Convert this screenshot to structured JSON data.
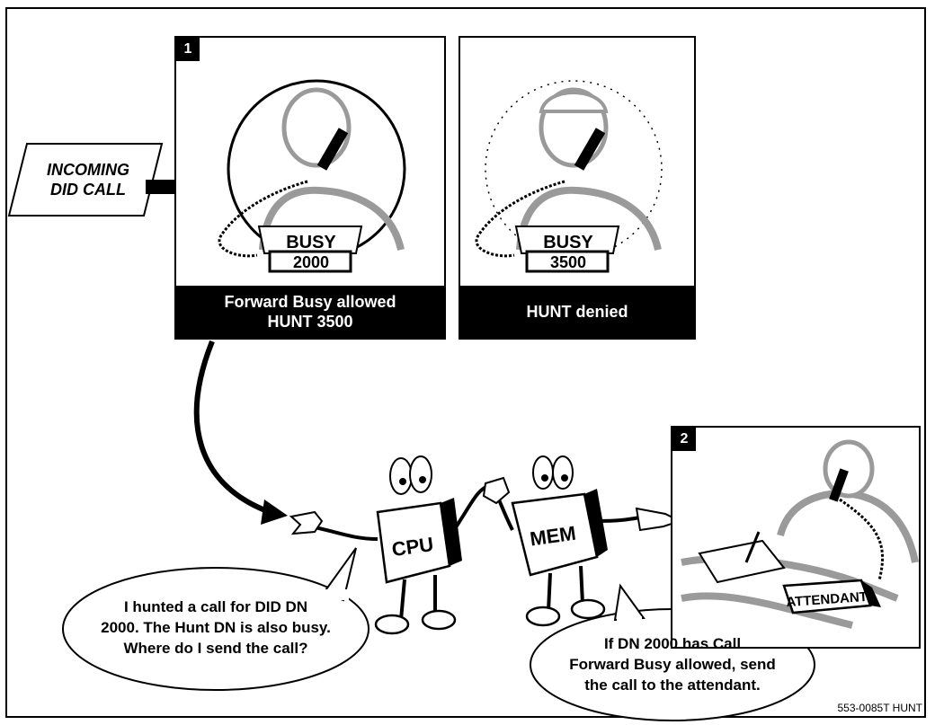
{
  "incoming": {
    "line1": "INCOMING",
    "line2": "DID CALL"
  },
  "panel1": {
    "number": "1",
    "sign": "BUSY",
    "dn": "2000",
    "caption_line1": "Forward Busy allowed",
    "caption_line2": "HUNT 3500"
  },
  "panel_hunt": {
    "sign": "BUSY",
    "dn": "3500",
    "caption": "HUNT denied"
  },
  "panel2": {
    "number": "2",
    "desk_label": "ATTENDANT"
  },
  "cpu": {
    "label": "CPU"
  },
  "mem": {
    "label": "MEM"
  },
  "bubble_cpu": {
    "line1": "I hunted a call for DID DN",
    "line2": "2000. The Hunt DN is also busy.",
    "line3": "Where do I send the call?"
  },
  "bubble_mem": {
    "line1": "If DN 2000 has Call",
    "line2": "Forward Busy allowed, send",
    "line3": "the call to the attendant."
  },
  "footnote": "553-0085T HUNT"
}
